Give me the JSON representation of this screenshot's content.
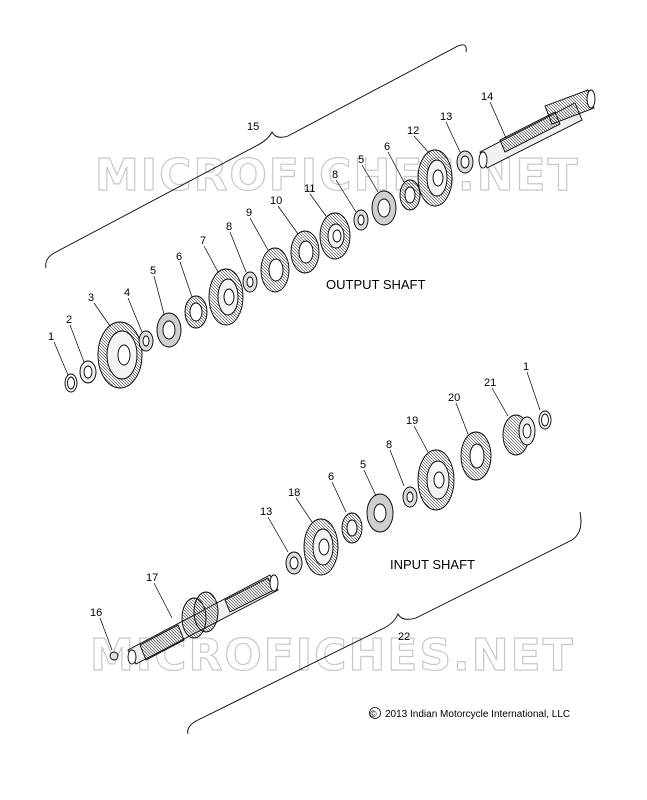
{
  "watermarks": [
    "MICROFICHES.NET",
    "MICROFICHES.NET"
  ],
  "output_shaft": {
    "label": "OUTPUT SHAFT",
    "callouts": [
      "1",
      "2",
      "3",
      "4",
      "5",
      "6",
      "7",
      "8",
      "9",
      "10",
      "11",
      "8",
      "5",
      "6",
      "12",
      "13",
      "14",
      "15"
    ]
  },
  "input_shaft": {
    "label": "INPUT SHAFT",
    "callouts": [
      "16",
      "17",
      "13",
      "18",
      "6",
      "5",
      "8",
      "19",
      "20",
      "21",
      "1",
      "22"
    ]
  },
  "copyright": "2013 Indian Motorcycle International, LLC",
  "copyright_symbol": "©"
}
